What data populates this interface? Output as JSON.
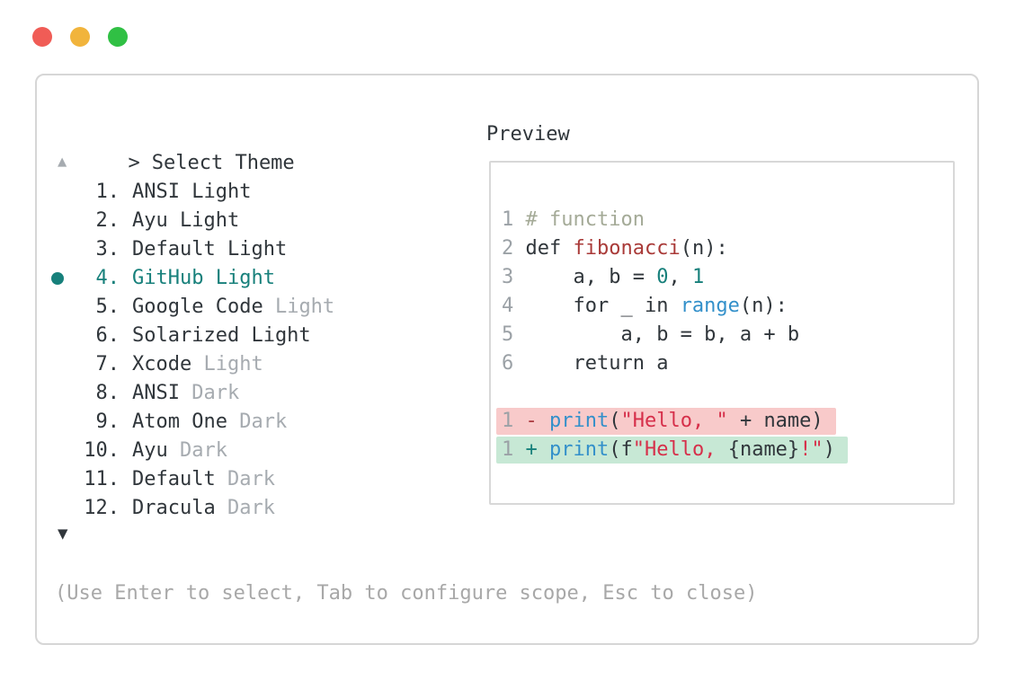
{
  "window": {
    "traffic_lights": [
      {
        "name": "close",
        "color": "#f05c56"
      },
      {
        "name": "minimize",
        "color": "#f1b43c"
      },
      {
        "name": "zoom",
        "color": "#30c044"
      }
    ]
  },
  "theme_picker": {
    "prompt": ">",
    "title": "Select Theme",
    "scroll_up_symbol": "▲",
    "scroll_down_symbol": "▼",
    "items": [
      {
        "number": "1.",
        "name": "ANSI Light",
        "variant": "",
        "selected": false
      },
      {
        "number": "2.",
        "name": "Ayu Light",
        "variant": "",
        "selected": false
      },
      {
        "number": "3.",
        "name": "Default Light",
        "variant": "",
        "selected": false
      },
      {
        "number": "4.",
        "name": "GitHub Light",
        "variant": "",
        "selected": true
      },
      {
        "number": "5.",
        "name": "Google Code",
        "variant": "Light",
        "selected": false
      },
      {
        "number": "6.",
        "name": "Solarized Light",
        "variant": "",
        "selected": false
      },
      {
        "number": "7.",
        "name": "Xcode",
        "variant": "Light",
        "selected": false
      },
      {
        "number": "8.",
        "name": "ANSI",
        "variant": "Dark",
        "selected": false
      },
      {
        "number": "9.",
        "name": "Atom One",
        "variant": "Dark",
        "selected": false
      },
      {
        "number": "10.",
        "name": "Ayu",
        "variant": "Dark",
        "selected": false
      },
      {
        "number": "11.",
        "name": "Default",
        "variant": "Dark",
        "selected": false
      },
      {
        "number": "12.",
        "name": "Dracula",
        "variant": "Dark",
        "selected": false
      }
    ],
    "hint": "(Use Enter to select, Tab to configure scope, Esc to close)"
  },
  "preview": {
    "title": "Preview",
    "lines": [
      {
        "diff": "",
        "segments": [
          {
            "t": "1 ",
            "c": "line_number"
          },
          {
            "t": "# function",
            "c": "comment"
          }
        ]
      },
      {
        "diff": "",
        "segments": [
          {
            "t": "2 ",
            "c": "line_number"
          },
          {
            "t": "def ",
            "c": "default"
          },
          {
            "t": "fibonacci",
            "c": "function_red"
          },
          {
            "t": "(n):",
            "c": "default"
          }
        ]
      },
      {
        "diff": "",
        "segments": [
          {
            "t": "3 ",
            "c": "line_number"
          },
          {
            "t": "    a, b = ",
            "c": "default"
          },
          {
            "t": "0",
            "c": "teal"
          },
          {
            "t": ", ",
            "c": "default"
          },
          {
            "t": "1",
            "c": "teal"
          }
        ]
      },
      {
        "diff": "",
        "segments": [
          {
            "t": "4 ",
            "c": "line_number"
          },
          {
            "t": "    for _ in ",
            "c": "default"
          },
          {
            "t": "range",
            "c": "blue"
          },
          {
            "t": "(n):",
            "c": "default"
          }
        ]
      },
      {
        "diff": "",
        "segments": [
          {
            "t": "5 ",
            "c": "line_number"
          },
          {
            "t": "        a, b = b, a + b",
            "c": "default"
          }
        ]
      },
      {
        "diff": "",
        "segments": [
          {
            "t": "6 ",
            "c": "line_number"
          },
          {
            "t": "    return a",
            "c": "default"
          }
        ]
      },
      {
        "diff": "",
        "segments": []
      },
      {
        "diff": "removed",
        "segments": [
          {
            "t": "1 ",
            "c": "line_number"
          },
          {
            "t": "- ",
            "c": "minus"
          },
          {
            "t": "print",
            "c": "blue"
          },
          {
            "t": "(",
            "c": "default"
          },
          {
            "t": "\"Hello, \"",
            "c": "string_red"
          },
          {
            "t": " + name)",
            "c": "default"
          }
        ]
      },
      {
        "diff": "added",
        "segments": [
          {
            "t": "1 ",
            "c": "line_number"
          },
          {
            "t": "+ ",
            "c": "plus"
          },
          {
            "t": "print",
            "c": "blue"
          },
          {
            "t": "(f",
            "c": "default"
          },
          {
            "t": "\"Hello, ",
            "c": "string_red"
          },
          {
            "t": "{name}",
            "c": "default"
          },
          {
            "t": "!\"",
            "c": "string_red"
          },
          {
            "t": ")",
            "c": "default"
          }
        ]
      }
    ]
  },
  "colors": {
    "ui": {
      "panel_border": "#d6d6d6",
      "box_border": "#d8d8d8",
      "text_dark": "#30363b",
      "text_gray": "#a6abb0",
      "selection_teal": "#17807b",
      "hint_gray": "#a8a8a8",
      "diff_red_bg": "#f8caca",
      "diff_green_bg": "#c7e8d5"
    },
    "syntax": {
      "line_number": "#9ba1a6",
      "comment": "#a4aa97",
      "default": "#30363b",
      "function_red": "#a93a38",
      "string_red": "#d62f4a",
      "blue": "#3390ca",
      "teal": "#17807b",
      "minus": "#ab3a40",
      "plus": "#17807b"
    }
  }
}
